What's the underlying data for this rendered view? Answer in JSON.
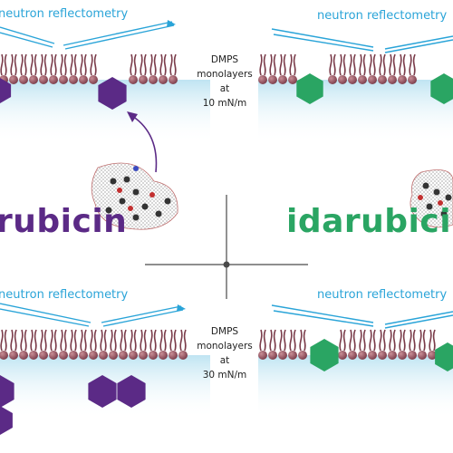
{
  "figure": {
    "technique_label": "neutron reflectometry",
    "panels": [
      {
        "id": "top-left",
        "drug_color": "#5b2a86"
      },
      {
        "id": "top-right",
        "drug_color": "#2aa563"
      },
      {
        "id": "bottom-left",
        "drug_color": "#5b2a86"
      },
      {
        "id": "bottom-right",
        "drug_color": "#2aa563"
      }
    ],
    "conditions": [
      {
        "line1": "DMPS",
        "line2": "monolayers",
        "line3": "at",
        "line4": "10 mN/m"
      },
      {
        "line1": "DMPS",
        "line2": "monolayers",
        "line3": "at",
        "line4": "30 mN/m"
      }
    ],
    "drugs": [
      {
        "name": "rubicin",
        "color": "#5b2a86"
      },
      {
        "name": "idarubicin",
        "color": "#2aa563"
      }
    ],
    "colors": {
      "lipid_head": "#8a4a52",
      "lipid_tail": "#7a3c4a",
      "subphase": "#d4eef6",
      "beam": "#2aa4d8",
      "divider": "#4a4a4a"
    }
  }
}
